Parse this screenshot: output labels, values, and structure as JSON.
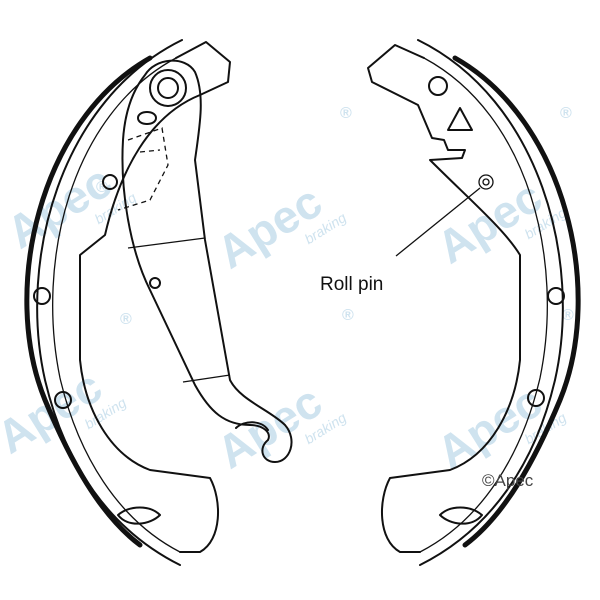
{
  "watermark": {
    "brand": "Apec",
    "sub": "braking",
    "registered": "®",
    "color": "#cfe3ef"
  },
  "callout": {
    "roll_pin": "Roll pin"
  },
  "copyright": "©Apec",
  "colors": {
    "ink": "#111111",
    "background": "#ffffff"
  }
}
